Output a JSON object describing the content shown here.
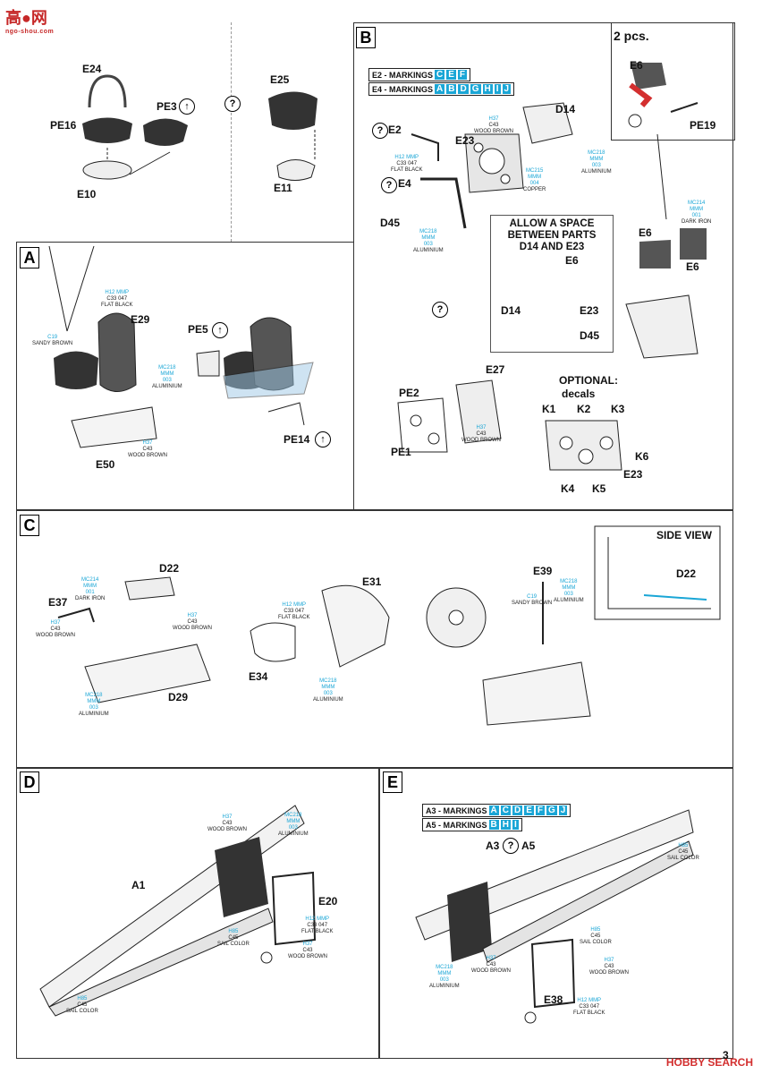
{
  "watermark": {
    "logo_top": "高●网",
    "logo_sub": "ngo-shou.com",
    "brand": "HOBBY SEARCH"
  },
  "page_number": "3",
  "step_top": {
    "parts": {
      "e24": "E24",
      "pe16": "PE16",
      "pe3": "PE3",
      "e10": "E10",
      "e25": "E25",
      "e11": "E11"
    },
    "q": "?"
  },
  "step_b": {
    "letter": "B",
    "pcs": "2 pcs.",
    "markings": [
      {
        "label": "E2 - MARKINGS",
        "chips": [
          "C",
          "E",
          "F"
        ]
      },
      {
        "label": "E4 - MARKINGS",
        "chips": [
          "A",
          "B",
          "D",
          "G",
          "H",
          "I",
          "J"
        ]
      }
    ],
    "parts": {
      "e6a": "E6",
      "pe19": "PE19",
      "e2": "E2",
      "e23": "E23",
      "d14": "D14",
      "e4": "E4",
      "d45": "D45",
      "e6b": "E6",
      "e6c": "E6",
      "e27": "E27",
      "pe2": "PE2",
      "pe1": "PE1"
    },
    "space_title": "ALLOW A SPACE BETWEEN PARTS D14 AND E23",
    "space_parts": {
      "e6": "E6",
      "d14": "D14",
      "e23": "E23",
      "d45": "D45"
    },
    "optional": "OPTIONAL:",
    "decals": "decals",
    "decal_parts": {
      "k1": "K1",
      "k2": "K2",
      "k3": "K3",
      "k6": "K6",
      "e23": "E23",
      "k4": "K4",
      "k5": "K5"
    },
    "paints": {
      "h37": [
        "H37",
        "C43",
        "WOOD BROWN"
      ],
      "h12a": [
        "H12 MMP",
        "C33 047",
        "FLAT BLACK"
      ],
      "mc218a": [
        "MC218",
        "MMM",
        "003",
        "ALUMINIUM"
      ],
      "mc215": [
        "MC215",
        "MMM",
        "004",
        "COPPER"
      ],
      "mc218b": [
        "MC218",
        "MMM",
        "003",
        "ALUMINIUM"
      ],
      "mc214": [
        "MC214",
        "MMM",
        "001",
        "DARK IRON"
      ],
      "h37b": [
        "H37",
        "C43",
        "WOOD BROWN"
      ]
    }
  },
  "step_a": {
    "letter": "A",
    "parts": {
      "e29": "E29",
      "pe5": "PE5",
      "e50": "E50",
      "pe14": "PE14"
    },
    "paints": {
      "c19": [
        "C19",
        "SANDY BROWN"
      ],
      "h12": [
        "H12 MMP",
        "C33 047",
        "FLAT BLACK"
      ],
      "mc218": [
        "MC218",
        "MMM",
        "003",
        "ALUMINIUM"
      ],
      "h37": [
        "H37",
        "C43",
        "WOOD BROWN"
      ]
    }
  },
  "step_c": {
    "letter": "C",
    "side_view": "SIDE VIEW",
    "parts": {
      "d22": "D22",
      "e37": "E37",
      "d29": "D29",
      "e31": "E31",
      "e34": "E34",
      "e39": "E39",
      "d22b": "D22"
    },
    "paints": {
      "mc214": [
        "MC214",
        "MMM",
        "001",
        "DARK IRON"
      ],
      "h37a": [
        "H37",
        "C43",
        "WOOD BROWN"
      ],
      "h37b": [
        "H37",
        "C43",
        "WOOD BROWN"
      ],
      "mc218a": [
        "MC218",
        "MMM",
        "003",
        "ALUMINIUM"
      ],
      "h12": [
        "H12 MMP",
        "C33 047",
        "FLAT BLACK"
      ],
      "mc218b": [
        "MC218",
        "MMM",
        "003",
        "ALUMINIUM"
      ],
      "c19": [
        "C19",
        "SANDY BROWN"
      ],
      "mc218c": [
        "MC218",
        "MMM",
        "003",
        "ALUMINIUM"
      ]
    }
  },
  "step_d": {
    "letter": "D",
    "parts": {
      "a1": "A1",
      "e20": "E20"
    },
    "paints": {
      "h37a": [
        "H37",
        "C43",
        "WOOD BROWN"
      ],
      "mc218": [
        "MC218",
        "MMM",
        "003",
        "ALUMINIUM"
      ],
      "h12": [
        "H12 MMP",
        "C33 047",
        "FLAT BLACK"
      ],
      "h85a": [
        "H85",
        "C45",
        "SAIL COLOR"
      ],
      "h37b": [
        "H37",
        "C43",
        "WOOD BROWN"
      ],
      "h85b": [
        "H85",
        "C45",
        "SAIL COLOR"
      ]
    }
  },
  "step_e": {
    "letter": "E",
    "markings": [
      {
        "label": "A3 - MARKINGS",
        "chips": [
          "A",
          "C",
          "D",
          "E",
          "F",
          "G",
          "J"
        ]
      },
      {
        "label": "A5 - MARKINGS",
        "chips": [
          "B",
          "H",
          "I"
        ]
      }
    ],
    "a3": "A3",
    "a5": "A5",
    "e38": "E38",
    "paints": {
      "h85a": [
        "H85",
        "C45",
        "SAIL COLOR"
      ],
      "h85b": [
        "H85",
        "C45",
        "SAIL COLOR"
      ],
      "h37": [
        "H37",
        "C43",
        "WOOD BROWN"
      ],
      "mc218": [
        "MC218",
        "MMM",
        "003",
        "ALUMINIUM"
      ],
      "h37b": [
        "H37",
        "C43",
        "WOOD BROWN"
      ],
      "h12": [
        "H12 MMP",
        "C33 047",
        "FLAT BLACK"
      ]
    }
  }
}
